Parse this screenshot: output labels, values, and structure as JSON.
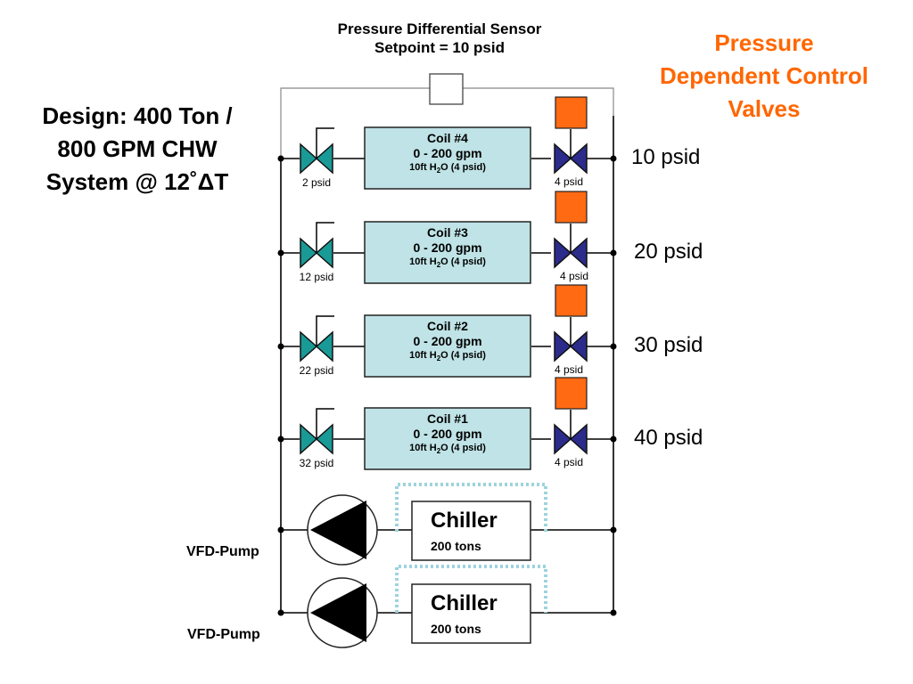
{
  "sensor": {
    "title_line1": "Pressure Differential Sensor",
    "title_line2": "Setpoint = 10 psid"
  },
  "design": {
    "line1": "Design: 400 Ton /",
    "line2": "800 GPM CHW",
    "line3": "System @ 12˚ΔT"
  },
  "pdcv": {
    "line1": "Pressure",
    "line2": "Dependent Control",
    "line3": "Valves"
  },
  "branches": [
    {
      "coil": "Coil #4",
      "flow": "0 - 200 gpm",
      "head_prefix": "10ft H",
      "head_sub": "2",
      "head_suffix": "O (4 psid)",
      "balancing_dp": "2 psid",
      "control_dp": "4 psid",
      "available_dp": "10 psid"
    },
    {
      "coil": "Coil #3",
      "flow": "0 - 200 gpm",
      "head_prefix": "10ft H",
      "head_sub": "2",
      "head_suffix": "O (4 psid)",
      "balancing_dp": "12 psid",
      "control_dp": "4 psid",
      "available_dp": "20 psid"
    },
    {
      "coil": "Coil #2",
      "flow": "0 - 200 gpm",
      "head_prefix": "10ft H",
      "head_sub": "2",
      "head_suffix": "O (4 psid)",
      "balancing_dp": "22 psid",
      "control_dp": "4 psid",
      "available_dp": "30 psid"
    },
    {
      "coil": "Coil #1",
      "flow": "0 - 200 gpm",
      "head_prefix": "10ft H",
      "head_sub": "2",
      "head_suffix": "O (4 psid)",
      "balancing_dp": "32 psid",
      "control_dp": "4 psid",
      "available_dp": "40 psid"
    }
  ],
  "plant": [
    {
      "chiller": "Chiller",
      "capacity": "200 tons",
      "pump": "VFD-Pump"
    },
    {
      "chiller": "Chiller",
      "capacity": "200 tons",
      "pump": "VFD-Pump"
    }
  ],
  "colors": {
    "balancing_valve": "#1a9a96",
    "control_valve": "#2b2b8c",
    "actuator": "#ff6a13",
    "coil_fill": "#bfe3e6",
    "dotted_outline": "#9ed3dd",
    "heading_orange": "#ff6600"
  }
}
